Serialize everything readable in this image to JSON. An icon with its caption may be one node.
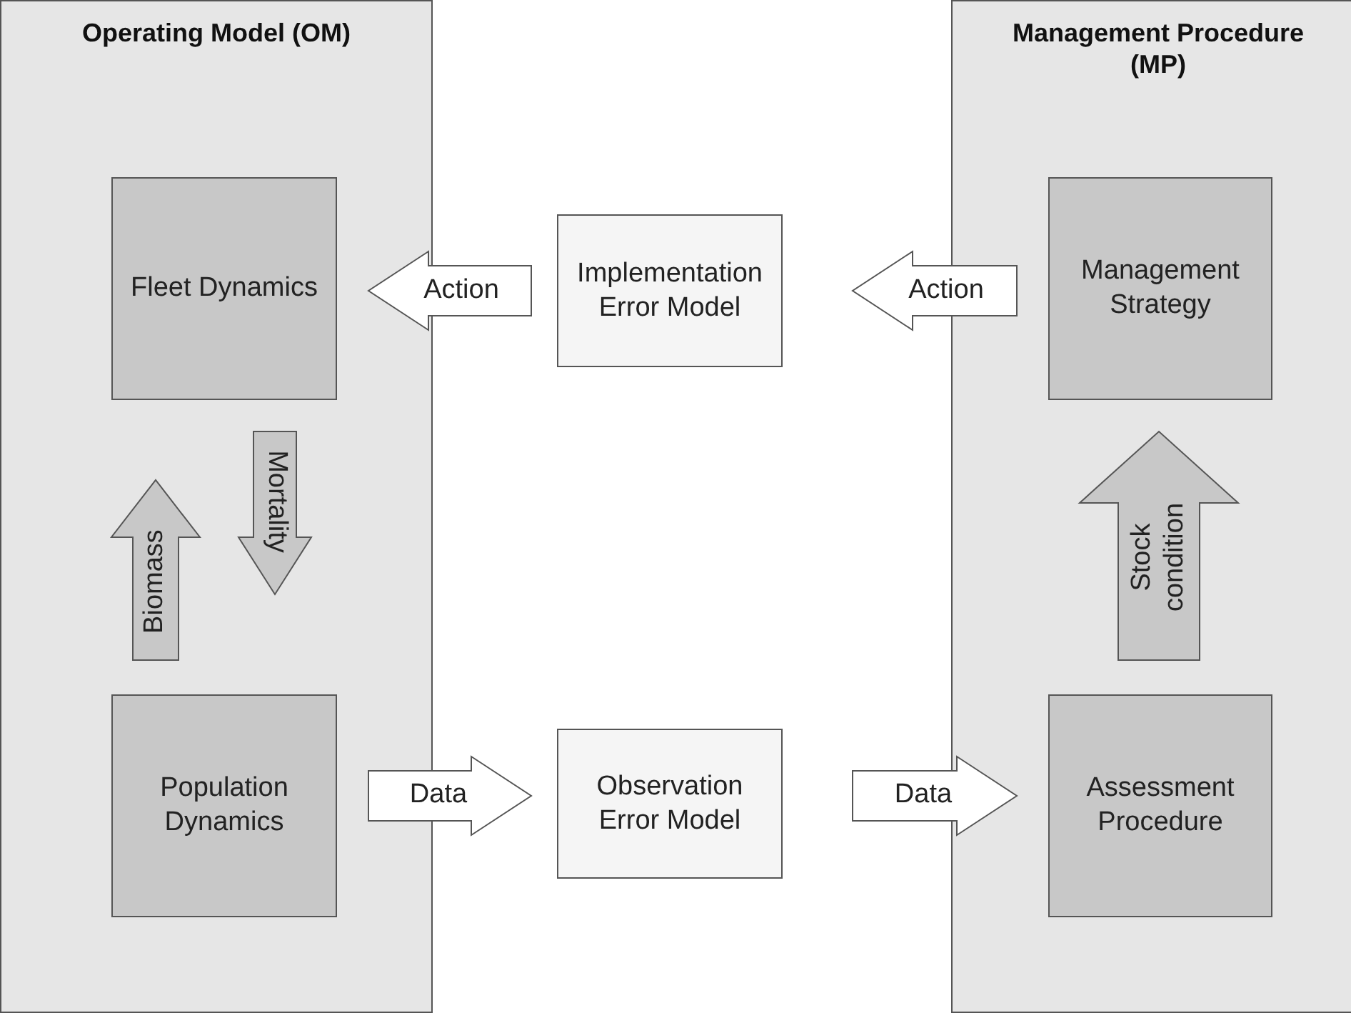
{
  "diagram": {
    "nodes": [
      {
        "text": [
          "Operating Model (OM)"
        ]
      },
      {
        "text": [
          "Fleet Dynamics"
        ],
        "in": 0
      },
      {
        "text": [
          "Population Dynamics"
        ],
        "in": 0
      },
      {
        "text": [
          "Implementation Error Model"
        ]
      },
      {
        "text": [
          "Observation Error Model"
        ]
      },
      {
        "text": [
          "Management Procedure (MP)"
        ]
      },
      {
        "text": [
          "Management Strategy"
        ],
        "in": 5
      },
      {
        "text": [
          "Assessment Procedure"
        ],
        "in": 5
      }
    ],
    "edges": [
      {
        "from": 3,
        "to": 1,
        "arrow": "to",
        "label": "Action"
      },
      {
        "from": 6,
        "to": 3,
        "arrow": "to",
        "label": "Action"
      },
      {
        "from": 1,
        "to": 2,
        "arrow": "to",
        "label": "Mortality",
        "color": "#c8c8c8"
      },
      {
        "from": 2,
        "to": 1,
        "arrow": "to",
        "label": "Biomass",
        "color": "#c8c8c8"
      },
      {
        "from": 2,
        "to": 4,
        "arrow": "to",
        "label": "Data"
      },
      {
        "from": 4,
        "to": 7,
        "arrow": "to",
        "label": "Data"
      },
      {
        "from": 7,
        "to": 6,
        "arrow": "to",
        "label": "Stock condition",
        "color": "#c8c8c8"
      }
    ]
  }
}
